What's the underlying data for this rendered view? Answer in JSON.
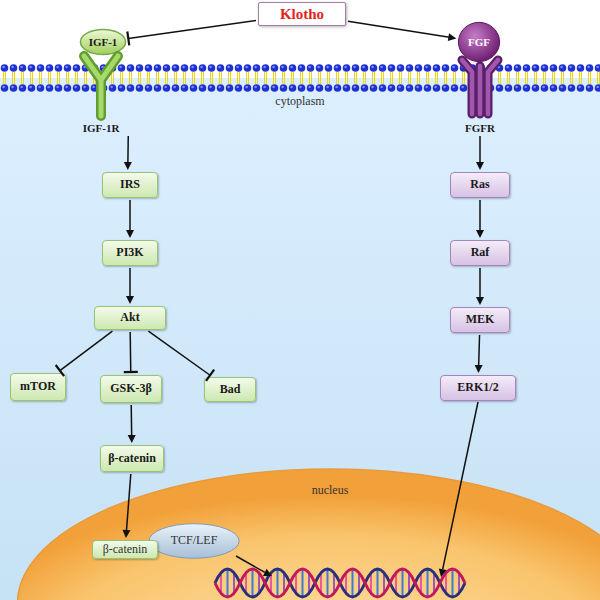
{
  "diagram": {
    "nodes": [
      {
        "text": [
          "Klotho"
        ]
      },
      {
        "text": [
          "IGF-1"
        ]
      },
      {
        "text": [
          "FGF"
        ]
      },
      {
        "text": [
          "IGF-1R"
        ]
      },
      {
        "text": [
          "FGFR"
        ]
      },
      {
        "text": [
          "IRS"
        ]
      },
      {
        "text": [
          "PI3K"
        ]
      },
      {
        "text": [
          "Akt"
        ]
      },
      {
        "text": [
          "mTOR"
        ]
      },
      {
        "text": [
          "GSK-3β"
        ]
      },
      {
        "text": [
          "Bad"
        ]
      },
      {
        "text": [
          "β-catenin"
        ]
      },
      {
        "text": [
          "Ras"
        ]
      },
      {
        "text": [
          "Raf"
        ]
      },
      {
        "text": [
          "MEK"
        ]
      },
      {
        "text": [
          "ERK1/2"
        ]
      },
      {
        "text": [
          "nucleus"
        ]
      },
      {
        "text": [
          "β-catenin"
        ],
        "in": 16
      },
      {
        "text": [
          "TCF/LEF"
        ],
        "in": 16
      }
    ],
    "edges": [
      {
        "from": 0,
        "to": 1,
        "arrow": "to"
      },
      {
        "from": 0,
        "to": 2,
        "arrow": "to"
      },
      {
        "from": 3,
        "to": 5,
        "arrow": "to"
      },
      {
        "from": 5,
        "to": 6,
        "arrow": "to"
      },
      {
        "from": 6,
        "to": 7,
        "arrow": "to"
      },
      {
        "from": 7,
        "to": 8,
        "arrow": "to"
      },
      {
        "from": 7,
        "to": 9,
        "arrow": "to"
      },
      {
        "from": 7,
        "to": 10,
        "arrow": "to"
      },
      {
        "from": 9,
        "to": 11,
        "arrow": "to"
      },
      {
        "from": 11,
        "to": 17,
        "arrow": "to"
      },
      {
        "from": 4,
        "to": 12,
        "arrow": "to"
      },
      {
        "from": 12,
        "to": 13,
        "arrow": "to"
      },
      {
        "from": 13,
        "to": 14,
        "arrow": "to"
      },
      {
        "from": 14,
        "to": 15,
        "arrow": "to"
      }
    ],
    "labels": [
      "cytoplasm"
    ]
  }
}
